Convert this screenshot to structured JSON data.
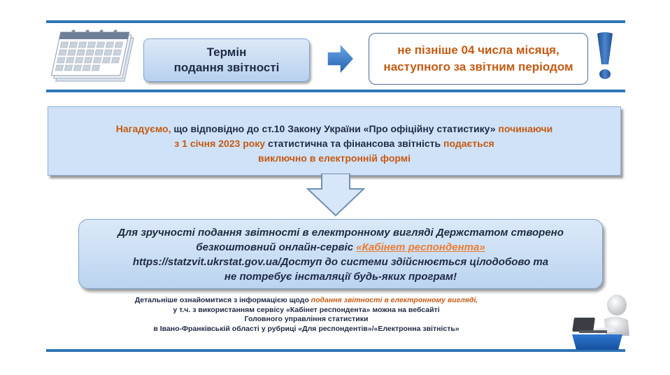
{
  "deadline": {
    "label_line1": "Термін",
    "label_line2": "подання звітності",
    "value_line1": "не пізніше 04 числа місяця,",
    "value_line2": "наступного за звітним періодом"
  },
  "reminder": {
    "p1": "Нагадуємо,",
    "p2": " що відповідно до ст.10 Закону України «Про офіційну статистику» ",
    "p3": "починаючи",
    "p4": "з ",
    "p5": "1 січня 2023  року",
    "p6": " статистична та фінансова звітність ",
    "p7": "подається",
    "p8": "виключно в електронній формі"
  },
  "service": {
    "line1": "Для зручності подання звітності в електронному вигляді Держстатом створено",
    "line2_pre": "безкоштовний онлайн-сервіс ",
    "link_text": "«Кабінет респондента»",
    "url": "https://statzvit.ukrstat.gov.ua/",
    "line3_post": "Доступ до системи здійснюється цілодобово та",
    "line4": "не потребує інсталяції будь-яких програм!"
  },
  "details": {
    "l1_pre": "Детальніше ознайомитися з інформацією щодо ",
    "l1_em": "подання звітності в електронному вигляді,",
    "l2": "у т.ч. з використанням сервісу «Кабінет респондента» можна на вебсайті",
    "l3": "Головного управління статистики",
    "l4": "в Івано-Франківській області  у рубриці «Для респондентів»/«Електронна звітність»"
  },
  "icons": [
    "calendar-icon",
    "arrow-right-icon",
    "exclamation-icon",
    "arrow-down-icon",
    "user-at-laptop-icon"
  ],
  "colors": {
    "accent_blue": "#2e75b6",
    "orange": "#c55a11",
    "box_fill": "#cfe2f8",
    "text_dark": "#1f2a44"
  }
}
